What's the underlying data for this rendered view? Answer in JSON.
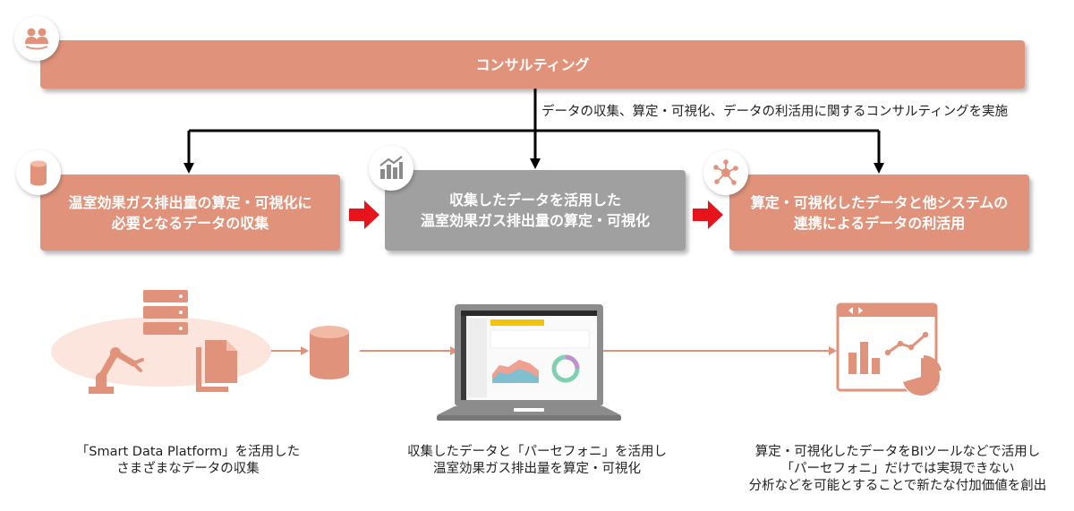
{
  "consulting": {
    "title": "コンサルティング",
    "note": "データの収集、算定・可視化、データの利活用に関するコンサルティングを実施"
  },
  "steps": [
    {
      "line1": "温室効果ガス排出量の算定・可視化に",
      "line2": "必要となるデータの収集"
    },
    {
      "line1": "収集したデータを活用した",
      "line2": "温室効果ガス排出量の算定・可視化"
    },
    {
      "line1": "算定・可視化したデータと他システムの",
      "line2": "連携によるデータの利活用"
    }
  ],
  "captions": [
    {
      "line1": "「Smart Data Platform」を活用した",
      "line2": "さまざまなデータの収集"
    },
    {
      "line1": "収集したデータと「パーセフォニ」を活用し",
      "line2": "温室効果ガス排出量を算定・可視化"
    },
    {
      "line1": "算定・可視化したデータをBIツールなどで活用し",
      "line2": "「パーセフォニ」だけでは実現できない",
      "line3": "分析などを可能とすることで新たな付加価値を創出"
    }
  ],
  "colors": {
    "accent": "#e0937a",
    "center_box": "#a0a0a0",
    "flow_arrow": "#e8141c",
    "connector": "#000000",
    "ellipse": "#fbe5dc"
  },
  "icons": [
    "people-icon",
    "database-icon",
    "chart-up-icon",
    "network-icon",
    "server-icon",
    "robot-arm-icon",
    "documents-icon",
    "laptop-icon",
    "bi-dashboard-icon"
  ]
}
